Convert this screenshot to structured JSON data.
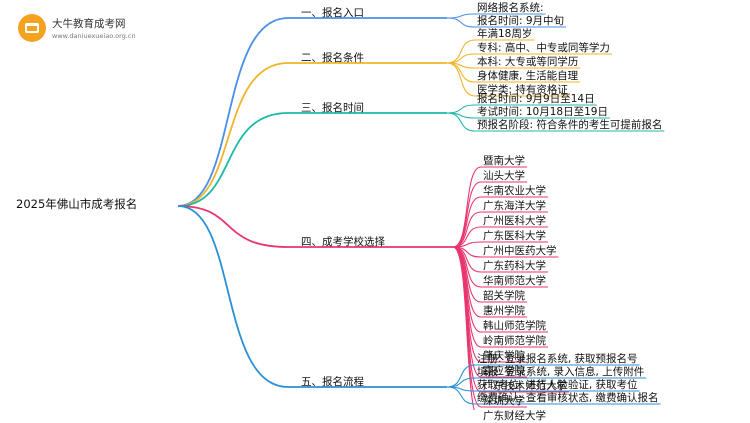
{
  "logo": {
    "title": "大牛教育成考网",
    "url": "www.daniuexueiao.org.cn",
    "badge_color": "#f4a321"
  },
  "root": "2025年佛山市成考报名",
  "branches": [
    {
      "label": "一、报名入口",
      "color": "#4a8fe7",
      "children": [
        "网络报名系统:",
        "报名时间: 9月中旬"
      ]
    },
    {
      "label": "二、报名条件",
      "color": "#f0b429",
      "children": [
        "年满18周岁",
        "专科: 高中、中专或同等学力",
        "本科: 大专或等同学历",
        "身体健康, 生活能自理",
        "医学类: 持有资格证"
      ]
    },
    {
      "label": "三、报名时间",
      "color": "#1cb8a8",
      "children": [
        "报名时间: 9月9日至14日",
        "考试时间: 10月18日至19日",
        "预报名阶段: 符合条件的考生可提前报名"
      ]
    },
    {
      "label": "四、成考学校选择",
      "color": "#e8366f",
      "children": [
        "暨南大学",
        "汕头大学",
        "华南农业大学",
        "广东海洋大学",
        "广州医科大学",
        "广东医科大学",
        "广州中医药大学",
        "广东药科大学",
        "华南师范大学",
        "韶关学院",
        "惠州学院",
        "韩山师范学院",
        "岭南师范学院",
        "肇庆学院",
        "嘉应学院",
        "广东技术师范大学",
        "深圳大学",
        "广东财经大学"
      ]
    },
    {
      "label": "五、报名流程",
      "color": "#2b8fd6",
      "children": [
        "注册: 登录报名系统, 获取预报名号",
        "填报: 登录系统, 录入信息, 上传附件",
        "获取考位: 进行人脸验证, 获取考位",
        "缴费确认: 查看审核状态, 缴费确认报名"
      ]
    }
  ]
}
